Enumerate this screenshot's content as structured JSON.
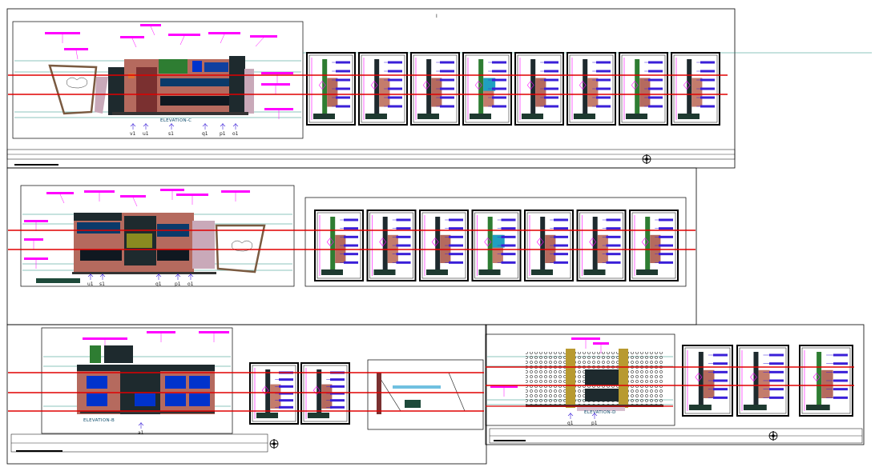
{
  "drawing": {
    "sheet_marker": "I",
    "elevation_titles": {
      "top": "ELEVATION-C",
      "bottom_left": "ELEVATION-B",
      "bottom_right": "ELEVATION-D"
    },
    "grid_labels": {
      "top": [
        "v1",
        "u1",
        "s1",
        "q1",
        "p1",
        "o1"
      ],
      "middle": [
        "u1",
        "s1",
        "q1",
        "p1",
        "o1"
      ],
      "bottom_left": [
        "a1"
      ],
      "bottom_right": [
        "q1",
        "p1"
      ]
    },
    "colors": {
      "background": "#ffffff",
      "frame": "#000000",
      "guide_line": "#e00000",
      "annotation": "#ff00ff",
      "dimension": "#3a1fd8",
      "teal": "#1a8a7a",
      "green": "#2e7d32",
      "brick": "#b56a5e",
      "dark": "#1e2a2e"
    }
  }
}
